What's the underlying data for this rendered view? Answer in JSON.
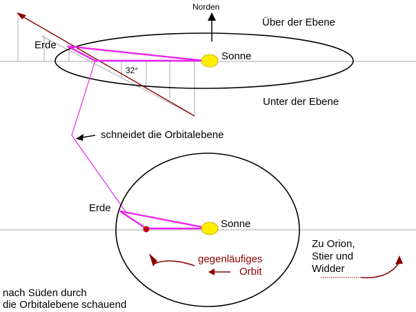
{
  "labels": {
    "north": "Norden",
    "above_plane": "Über der Ebene",
    "below_plane": "Unter der Ebene",
    "earth_top": "Erde",
    "sun_top": "Sonne",
    "angle": "32°",
    "intersects": "schneidet die Orbitalebene",
    "earth_bottom": "Erde",
    "sun_bottom": "Sonne",
    "retrograde_line1": "gegenläufiges",
    "retrograde_line2": "Orbit",
    "direction_line1": "Zu Orion,",
    "direction_line2": "Stier und",
    "direction_line3": "Widder",
    "view_line1": "nach Süden durch",
    "view_line2": "die Orbitalebene schauend"
  },
  "colors": {
    "magenta": "#ee22ee",
    "dark_red": "#8b0000",
    "sun_fill": "#ffee00",
    "sun_stroke": "#c8b400",
    "grey": "#aaaaaa",
    "black": "#000000"
  }
}
